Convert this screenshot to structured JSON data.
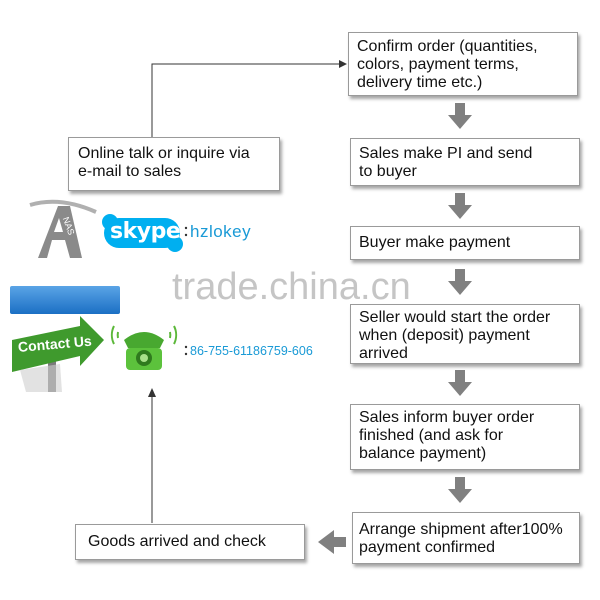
{
  "steps": {
    "confirm_order": "Confirm order (quantities,\ncolors, payment terms,\ndelivery time etc.)",
    "sales_pi": "Sales make PI and send\nto buyer",
    "buyer_payment": "Buyer make payment",
    "seller_start": "Seller would start the order\nwhen (deposit) payment\narrived",
    "sales_inform": "Sales inform buyer order\nfinished (and ask for\nbalance payment)",
    "arrange_shipment": "Arrange shipment after100%\n payment confirmed",
    "online_talk": "Online talk or inquire via\ne-mail to sales",
    "goods_arrived": "Goods arrived and check"
  },
  "contact": {
    "skype_logo_text": "skype",
    "skype_id": "hzlokey",
    "phone": "86-755-61186759-606",
    "contact_sign": "Contact Us"
  },
  "watermark": "trade.china.cn",
  "colors": {
    "arrow_gray": "#808080",
    "contact_blue": "#1a9ad6",
    "skype_blue": "#00aff0",
    "sign_green": "#3f9a2d"
  }
}
